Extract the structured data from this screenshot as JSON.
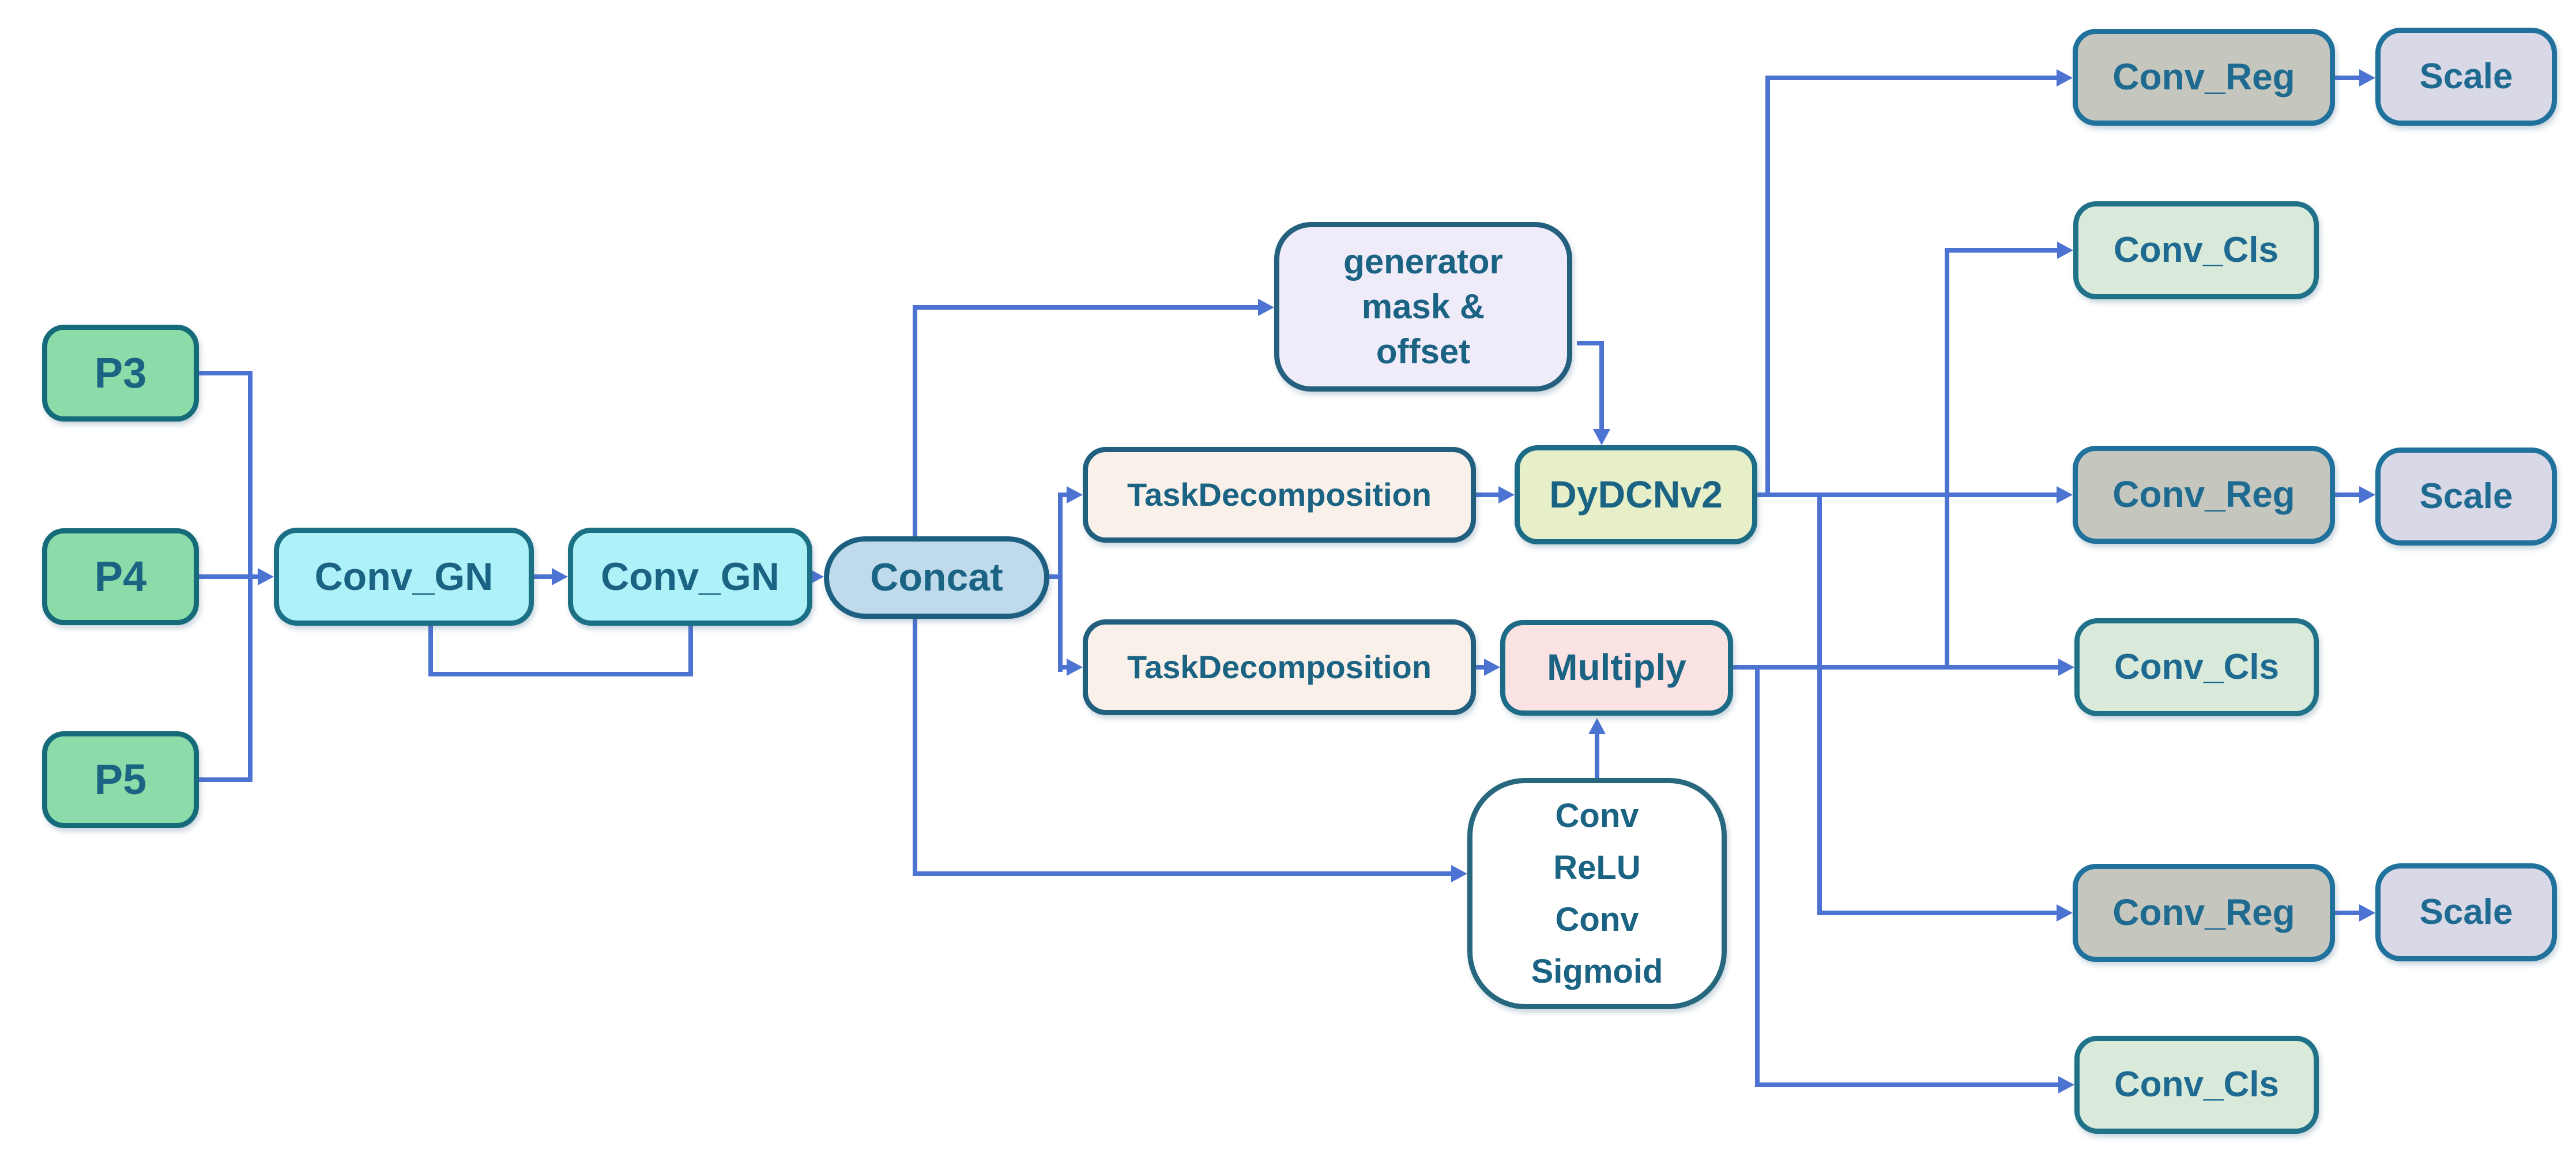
{
  "diagram": {
    "description": "Detection head architecture flow diagram",
    "nodes": {
      "p3": "P3",
      "p4": "P4",
      "p5": "P5",
      "conv_gn_1": "Conv_GN",
      "conv_gn_2": "Conv_GN",
      "concat": "Concat",
      "generator": {
        "line1": "generator",
        "line2": "mask &",
        "line3": "offset"
      },
      "task_decomposition_1": "TaskDecomposition",
      "task_decomposition_2": "TaskDecomposition",
      "dydcnv2": "DyDCNv2",
      "multiply": "Multiply",
      "conv_block": {
        "line1": "Conv",
        "line2": "ReLU",
        "line3": "Conv",
        "line4": "Sigmoid"
      },
      "conv_reg_top": "Conv_Reg",
      "scale_top": "Scale",
      "conv_cls_top": "Conv_Cls",
      "conv_reg_mid": "Conv_Reg",
      "scale_mid": "Scale",
      "conv_cls_mid": "Conv_Cls",
      "conv_reg_bottom": "Conv_Reg",
      "scale_bottom": "Scale",
      "conv_cls_bottom": "Conv_Cls"
    },
    "connections": [
      "P3 -> Conv_GN_1",
      "P4 -> Conv_GN_1",
      "P5 -> Conv_GN_1",
      "Conv_GN_1 -> Conv_GN_2",
      "Conv_GN_1 -> Conv_GN_2 (skip, bottom loop)",
      "Conv_GN_2 -> Concat",
      "Concat -> generator mask & offset",
      "Concat -> TaskDecomposition_1",
      "Concat -> TaskDecomposition_2",
      "Concat -> Conv/ReLU/Conv/Sigmoid",
      "generator mask & offset -> DyDCNv2",
      "TaskDecomposition_1 -> DyDCNv2",
      "TaskDecomposition_2 -> Multiply",
      "Conv/ReLU/Conv/Sigmoid -> Multiply",
      "DyDCNv2 -> Conv_Reg_top",
      "DyDCNv2 -> Conv_Reg_mid",
      "DyDCNv2 -> Conv_Reg_bottom",
      "Multiply -> Conv_Cls_top",
      "Multiply -> Conv_Cls_mid",
      "Multiply -> Conv_Cls_bottom",
      "Conv_Reg_top -> Scale_top",
      "Conv_Reg_mid -> Scale_mid",
      "Conv_Reg_bottom -> Scale_bottom"
    ],
    "palette": {
      "input_green": "#8BDCA9",
      "conv_gn_cyan": "#AEF1F8",
      "concat_blue": "#BFDAEA",
      "generator_lavender": "#EFEBF8",
      "task_decomposition_cream": "#FAF0EA",
      "dydcnv2_yellowgreen": "#E7EFC8",
      "multiply_pink": "#FBE3E4",
      "conv_block_white": "#FFFFFF",
      "conv_reg_gray": "#C5C6BE",
      "scale_lavender_gray": "#D9D8E7",
      "conv_cls_sage": "#DAEADA",
      "border_teal": "#1E6485",
      "text_teal": "#1B6383",
      "arrow_blue": "#4D73D2",
      "background": "#FFFFFF"
    }
  }
}
